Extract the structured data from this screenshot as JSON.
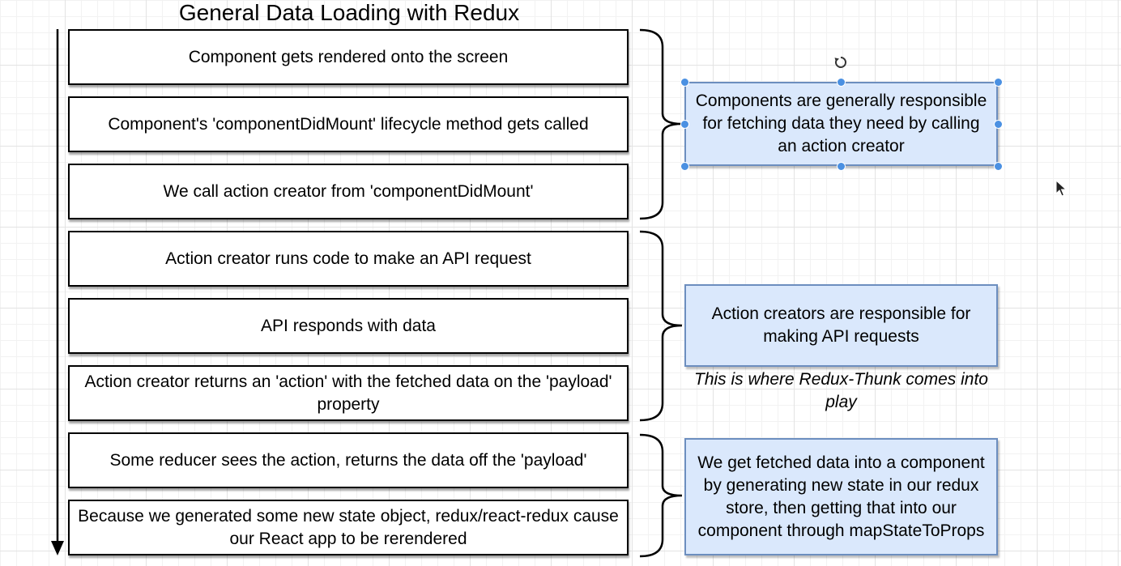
{
  "diagram": {
    "title": "General Data Loading with Redux",
    "steps": [
      "Component gets rendered onto the screen",
      "Component's 'componentDidMount' lifecycle method gets called",
      "We call action creator from 'componentDidMount'",
      "Action creator runs code to make an API request",
      "API responds with data",
      "Action creator returns an 'action' with the fetched data on the 'payload' property",
      "Some reducer sees the action, returns the data off the 'payload'",
      "Because we generated some new state object, redux/react-redux cause our React app to be rerendered"
    ],
    "notes": [
      "Components are generally responsible for fetching data they need by calling an action creator",
      "Action creators are responsible for making API requests",
      "We get fetched data into a component by generating new state in our redux store, then getting that into our component through mapStateToProps"
    ],
    "annotation": "This is where Redux-Thunk comes into play",
    "colors": {
      "note_fill": "#dae8fc",
      "note_stroke": "#6c8ebf",
      "selection_handle": "#4a90e2"
    },
    "icons": {
      "rotate": "rotate-handle-icon",
      "cursor": "mouse-pointer-icon"
    }
  }
}
